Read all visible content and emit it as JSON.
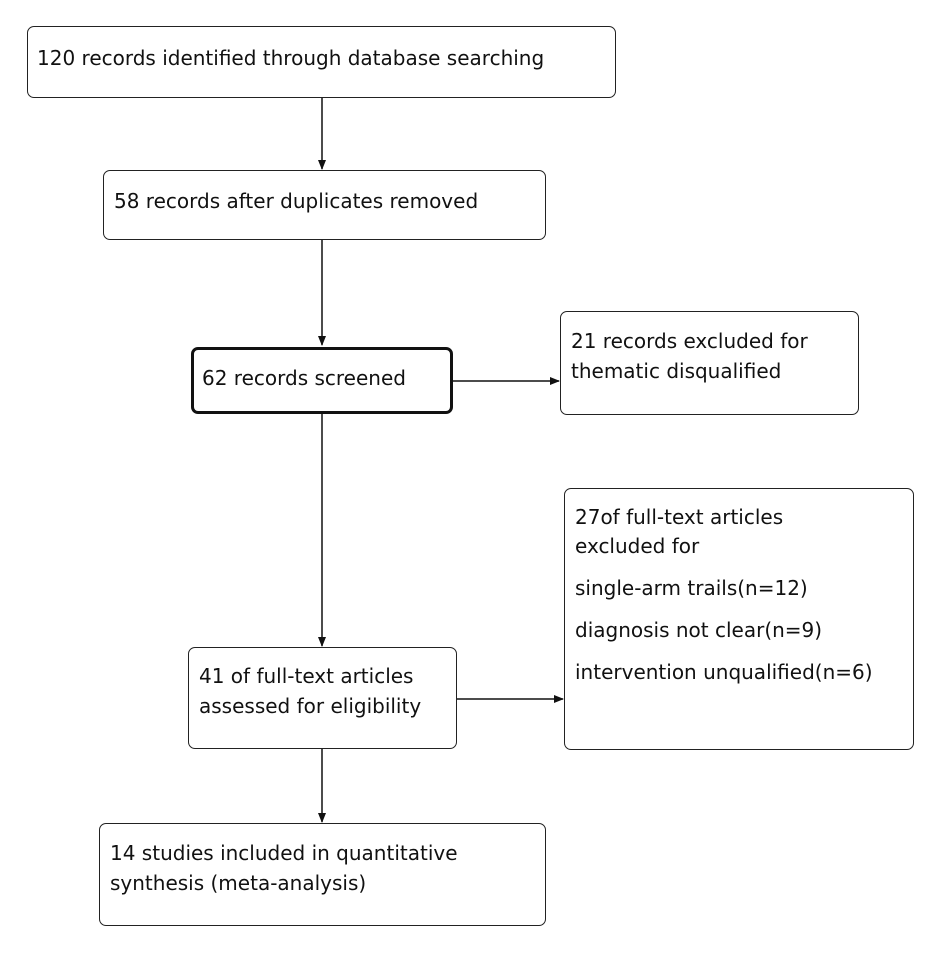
{
  "diagram": {
    "nodes": {
      "identified": {
        "lines": [
          "120 records identified through database searching"
        ]
      },
      "dedup": {
        "lines": [
          "58 records after duplicates removed"
        ]
      },
      "screened": {
        "lines": [
          "62 records screened"
        ]
      },
      "excluded_thematic": {
        "lines": [
          "21 records excluded for",
          "thematic disqualified"
        ]
      },
      "eligibility": {
        "lines": [
          "41 of full-text articles",
          "assessed for eligibility"
        ]
      },
      "excluded_fulltext": {
        "heading": [
          "27of full-text articles",
          "excluded for"
        ],
        "reasons": [
          "single-arm trails(n=12)",
          "diagnosis not clear(n=9)",
          "intervention unqualified(n=6)"
        ]
      },
      "included": {
        "lines": [
          "14 studies included in quantitative",
          "synthesis (meta-analysis)"
        ]
      }
    },
    "edges": [
      {
        "from": "identified",
        "to": "dedup"
      },
      {
        "from": "dedup",
        "to": "screened"
      },
      {
        "from": "screened",
        "to": "excluded_thematic"
      },
      {
        "from": "screened",
        "to": "eligibility"
      },
      {
        "from": "eligibility",
        "to": "excluded_fulltext"
      },
      {
        "from": "eligibility",
        "to": "included"
      }
    ],
    "colors": {
      "line": "#111111",
      "box_border": "#222222",
      "background": "#ffffff"
    }
  }
}
